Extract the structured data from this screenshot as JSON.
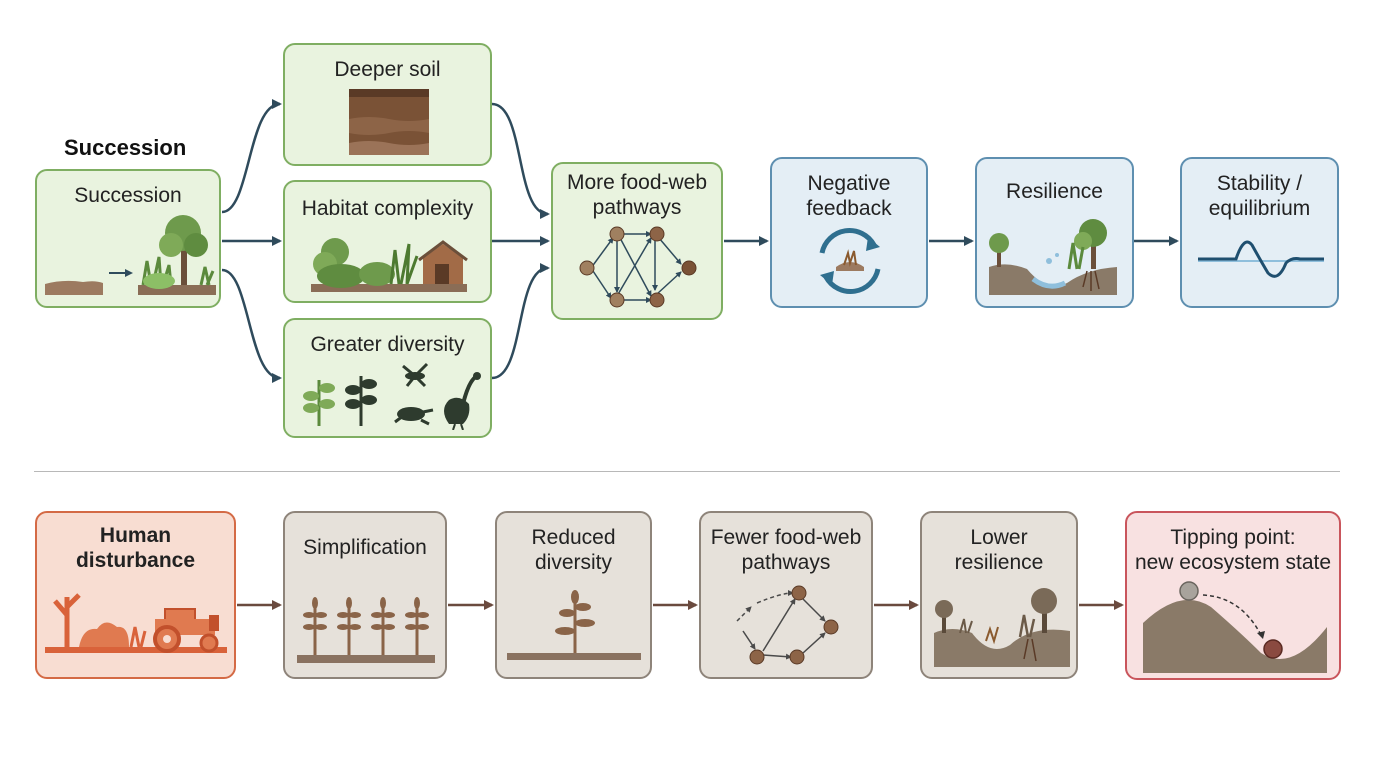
{
  "succession_section": {
    "title": "Succession",
    "nodes": {
      "succession": "Succession",
      "deeper_soil": "Deeper soil",
      "habitat_complexity": "Habitat complexity",
      "greater_diversity": "Greater diversity",
      "food_web": "More food-web\npathways",
      "negative_feedback": "Negative\nfeedback",
      "resilience": "Resilience",
      "stability": "Stability /\nequilibrium"
    }
  },
  "disturbance_section": {
    "nodes": {
      "human_disturbance": "Human\ndisturbance",
      "simplification": "Simplification",
      "reduced_diversity": "Reduced\ndiversity",
      "fewer_food_web": "Fewer food-web\npathways",
      "lower_resilience": "Lower\nresilience",
      "tipping_point": "Tipping point:\nnew ecosystem state"
    }
  },
  "colors": {
    "succession_fill": "#e9f3df",
    "feedback_fill": "#e4eef5",
    "disturbance_fill": "#e6e1da",
    "human_fill": "#f8ddd2",
    "tipping_fill": "#f8e1e1",
    "arrow_top": "#2f4b5c",
    "arrow_bottom": "#6a4a3e"
  }
}
